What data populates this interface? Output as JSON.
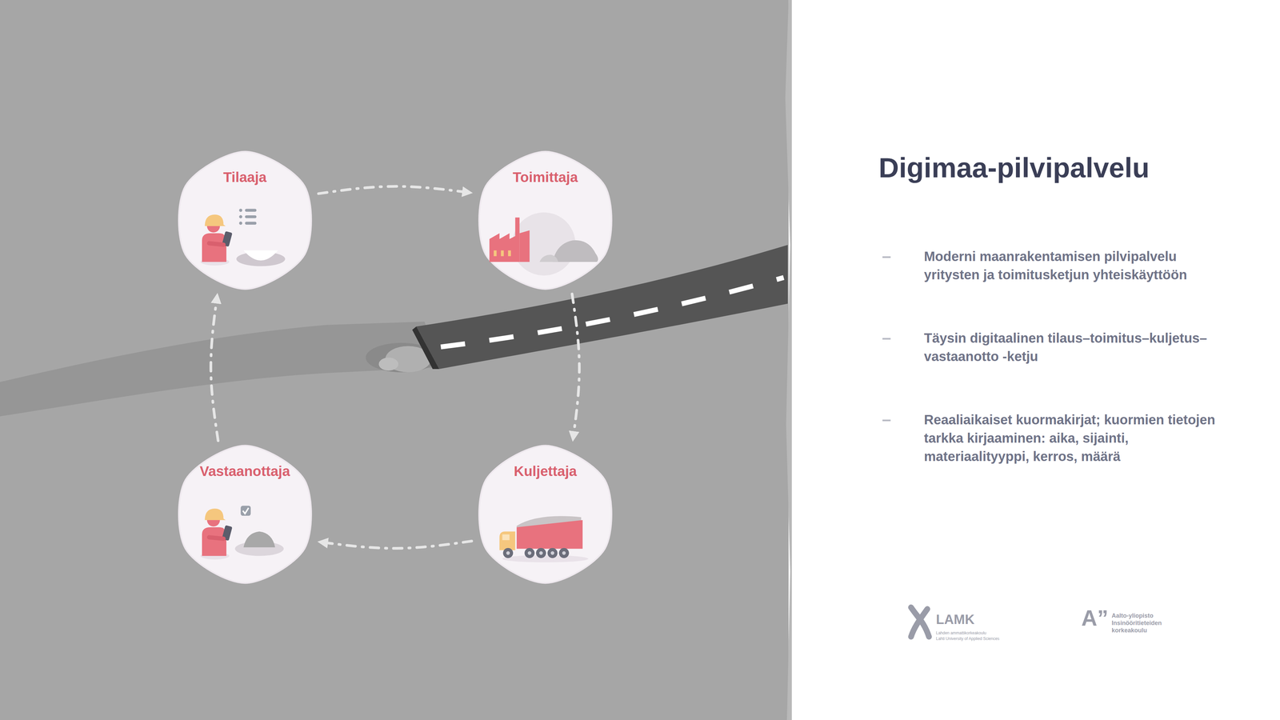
{
  "diagram": {
    "title": "Digimaa-pilvipalvelu",
    "nodes": [
      {
        "text": [
          "Tilaaja"
        ]
      },
      {
        "text": [
          "Toimittaja"
        ]
      },
      {
        "text": [
          "Vastaanottaja"
        ]
      },
      {
        "text": [
          "Kuljettaja"
        ]
      }
    ],
    "edges": [
      {
        "from": 0,
        "to": 1,
        "arrow": "to"
      },
      {
        "from": 1,
        "to": 3,
        "arrow": "to"
      },
      {
        "from": 3,
        "to": 2,
        "arrow": "to"
      },
      {
        "from": 2,
        "to": 0,
        "arrow": "to"
      }
    ],
    "labels": [
      "Moderni maanrakentamisen pilvipalvelu yritysten ja toimitusketjun yhteiskäyttöön",
      "Täysin digitaalinen tilaus–toimitus–kuljetus–vastaanotto -ketju",
      "Reaaliaikaiset kuormakirjat; kuormien tietojen tarkka kirjaaminen: aika, sijainti, materiaalityyppi, kerros, määrä",
      "LAMK",
      "Lahden ammattikorkeakoulu",
      "Lahti University of Applied Sciences",
      "A”",
      "Aalto-yliopisto",
      "Insinööritieteiden",
      "korkeakoulu"
    ]
  }
}
